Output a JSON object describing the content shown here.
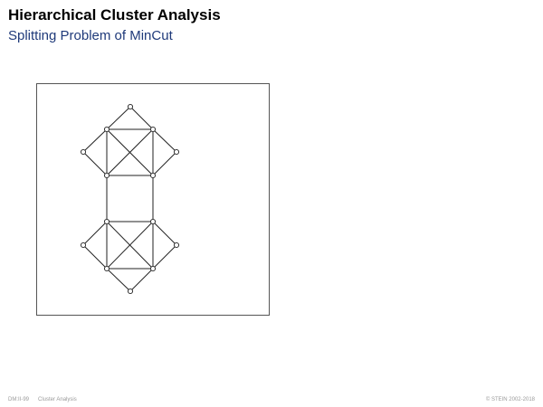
{
  "slide": {
    "title": "Hierarchical Cluster Analysis",
    "subtitle": "Splitting Problem of MinCut"
  },
  "footer": {
    "slide_id": "DM:II-99",
    "section": "Cluster Analysis",
    "copyright": "© STEIN 2002-2018"
  },
  "colors": {
    "subtitle": "#1f3a7a",
    "edge": "#222222",
    "frame": "#555555",
    "footer": "#9a9a9a"
  },
  "graph": {
    "nodes": [
      "top-apex",
      "upper-left-square",
      "upper-right-square",
      "upper-left-wing",
      "upper-right-wing",
      "upper-bottom-left",
      "upper-bottom-right",
      "lower-top-left",
      "lower-top-right",
      "lower-left-wing",
      "lower-right-wing",
      "lower-bottom-left",
      "lower-bottom-right",
      "bottom-apex"
    ],
    "edges": [
      [
        "top-apex",
        "upper-left-square"
      ],
      [
        "top-apex",
        "upper-right-square"
      ],
      [
        "upper-left-square",
        "upper-right-square"
      ],
      [
        "upper-left-square",
        "upper-left-wing"
      ],
      [
        "upper-left-wing",
        "upper-bottom-left"
      ],
      [
        "upper-right-square",
        "upper-right-wing"
      ],
      [
        "upper-right-wing",
        "upper-bottom-right"
      ],
      [
        "upper-left-square",
        "upper-bottom-left"
      ],
      [
        "upper-right-square",
        "upper-bottom-right"
      ],
      [
        "upper-left-square",
        "upper-bottom-right"
      ],
      [
        "upper-right-square",
        "upper-bottom-left"
      ],
      [
        "upper-bottom-left",
        "upper-bottom-right"
      ],
      [
        "upper-bottom-left",
        "lower-top-left"
      ],
      [
        "upper-bottom-right",
        "lower-top-right"
      ],
      [
        "lower-top-left",
        "lower-top-right"
      ],
      [
        "lower-top-left",
        "lower-left-wing"
      ],
      [
        "lower-left-wing",
        "lower-bottom-left"
      ],
      [
        "lower-top-right",
        "lower-right-wing"
      ],
      [
        "lower-right-wing",
        "lower-bottom-right"
      ],
      [
        "lower-top-left",
        "lower-bottom-left"
      ],
      [
        "lower-top-right",
        "lower-bottom-right"
      ],
      [
        "lower-top-left",
        "lower-bottom-right"
      ],
      [
        "lower-top-right",
        "lower-bottom-left"
      ],
      [
        "lower-bottom-left",
        "lower-bottom-right"
      ],
      [
        "lower-bottom-left",
        "bottom-apex"
      ],
      [
        "lower-bottom-right",
        "bottom-apex"
      ]
    ]
  }
}
